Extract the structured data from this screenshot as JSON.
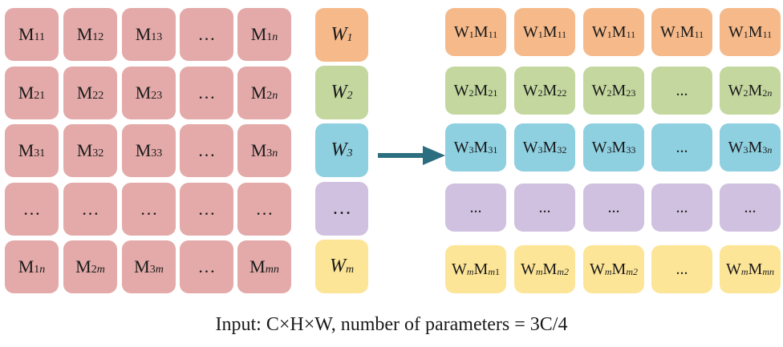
{
  "colors": {
    "matrix": "#e3aaa9",
    "row1": "#f5b98a",
    "row2": "#c3d79f",
    "row3": "#8ecfe0",
    "row4": "#cfc1df",
    "row5": "#fde597",
    "arrow": "#2b6e80"
  },
  "matrix": [
    [
      {
        "b": "M",
        "s": "11"
      },
      {
        "b": "M",
        "s": "12"
      },
      {
        "b": "M",
        "s": "13"
      },
      {
        "b": "…"
      },
      {
        "b": "M",
        "s": "1",
        "si": "n"
      }
    ],
    [
      {
        "b": "M",
        "s": "21"
      },
      {
        "b": "M",
        "s": "22"
      },
      {
        "b": "M",
        "s": "23"
      },
      {
        "b": "…"
      },
      {
        "b": "M",
        "s": "2",
        "si": "n"
      }
    ],
    [
      {
        "b": "M",
        "s": "31"
      },
      {
        "b": "M",
        "s": "32"
      },
      {
        "b": "M",
        "s": "33"
      },
      {
        "b": "…"
      },
      {
        "b": "M",
        "s": "3",
        "si": "n"
      }
    ],
    [
      {
        "b": "…"
      },
      {
        "b": "…"
      },
      {
        "b": "…"
      },
      {
        "b": "…"
      },
      {
        "b": "…"
      }
    ],
    [
      {
        "b": "M",
        "si": "n",
        "s": "1"
      },
      {
        "b": "M",
        "si": "m",
        "s": "2"
      },
      {
        "b": "M",
        "si": "m",
        "s": "3"
      },
      {
        "b": "…"
      },
      {
        "b": "M",
        "si": "mn"
      }
    ]
  ],
  "weights": [
    {
      "b": "W",
      "s": "1"
    },
    {
      "b": "W",
      "s": "2"
    },
    {
      "b": "W",
      "s": "3"
    },
    {
      "b": "…",
      "plain": true
    },
    {
      "b": "W",
      "s": "m"
    }
  ],
  "result": [
    [
      {
        "t": "W<s>1</s>M<s>11</s>"
      },
      {
        "t": "W<s>1</s>M<s>11</s>"
      },
      {
        "t": "W<s>1</s>M<s>11</s>"
      },
      {
        "t": "W<s>1</s>M<s>11</s>"
      },
      {
        "t": "W<s>1</s>M<s>11</s>"
      }
    ],
    [
      {
        "t": "W<s>2</s>M<s>21</s>"
      },
      {
        "t": "W<s>2</s>M<s>22</s>"
      },
      {
        "t": "W<s>2</s>M<s>23</s>"
      },
      {
        "t": "..."
      },
      {
        "t": "W<s>2</s>M<s>2</s><s><i>n</i></s>"
      }
    ],
    [
      {
        "t": "W<s>3</s>M<s>31</s>"
      },
      {
        "t": "W<s>3</s>M<s>32</s>"
      },
      {
        "t": "W<s>3</s>M<s>33</s>"
      },
      {
        "t": "..."
      },
      {
        "t": "W<s>3</s>M<s>3<i>n</i></s>"
      }
    ],
    [
      {
        "t": "..."
      },
      {
        "t": "..."
      },
      {
        "t": "..."
      },
      {
        "t": "..."
      },
      {
        "t": "..."
      }
    ],
    [
      {
        "t": "W<s><i>m</i></s>M<s><i>m</i>1</s>"
      },
      {
        "t": "W<s><i>m</i></s>M<s><i>m2</i></s>"
      },
      {
        "t": "W<s><i>m</i></s>M<s><i>m2</i></s>"
      },
      {
        "t": "..."
      },
      {
        "t": "W<s><i>m</i></s>M<s><i>mn</i></s>"
      }
    ]
  ],
  "caption": "Input: C×H×W, number of parameters = 3C/4"
}
